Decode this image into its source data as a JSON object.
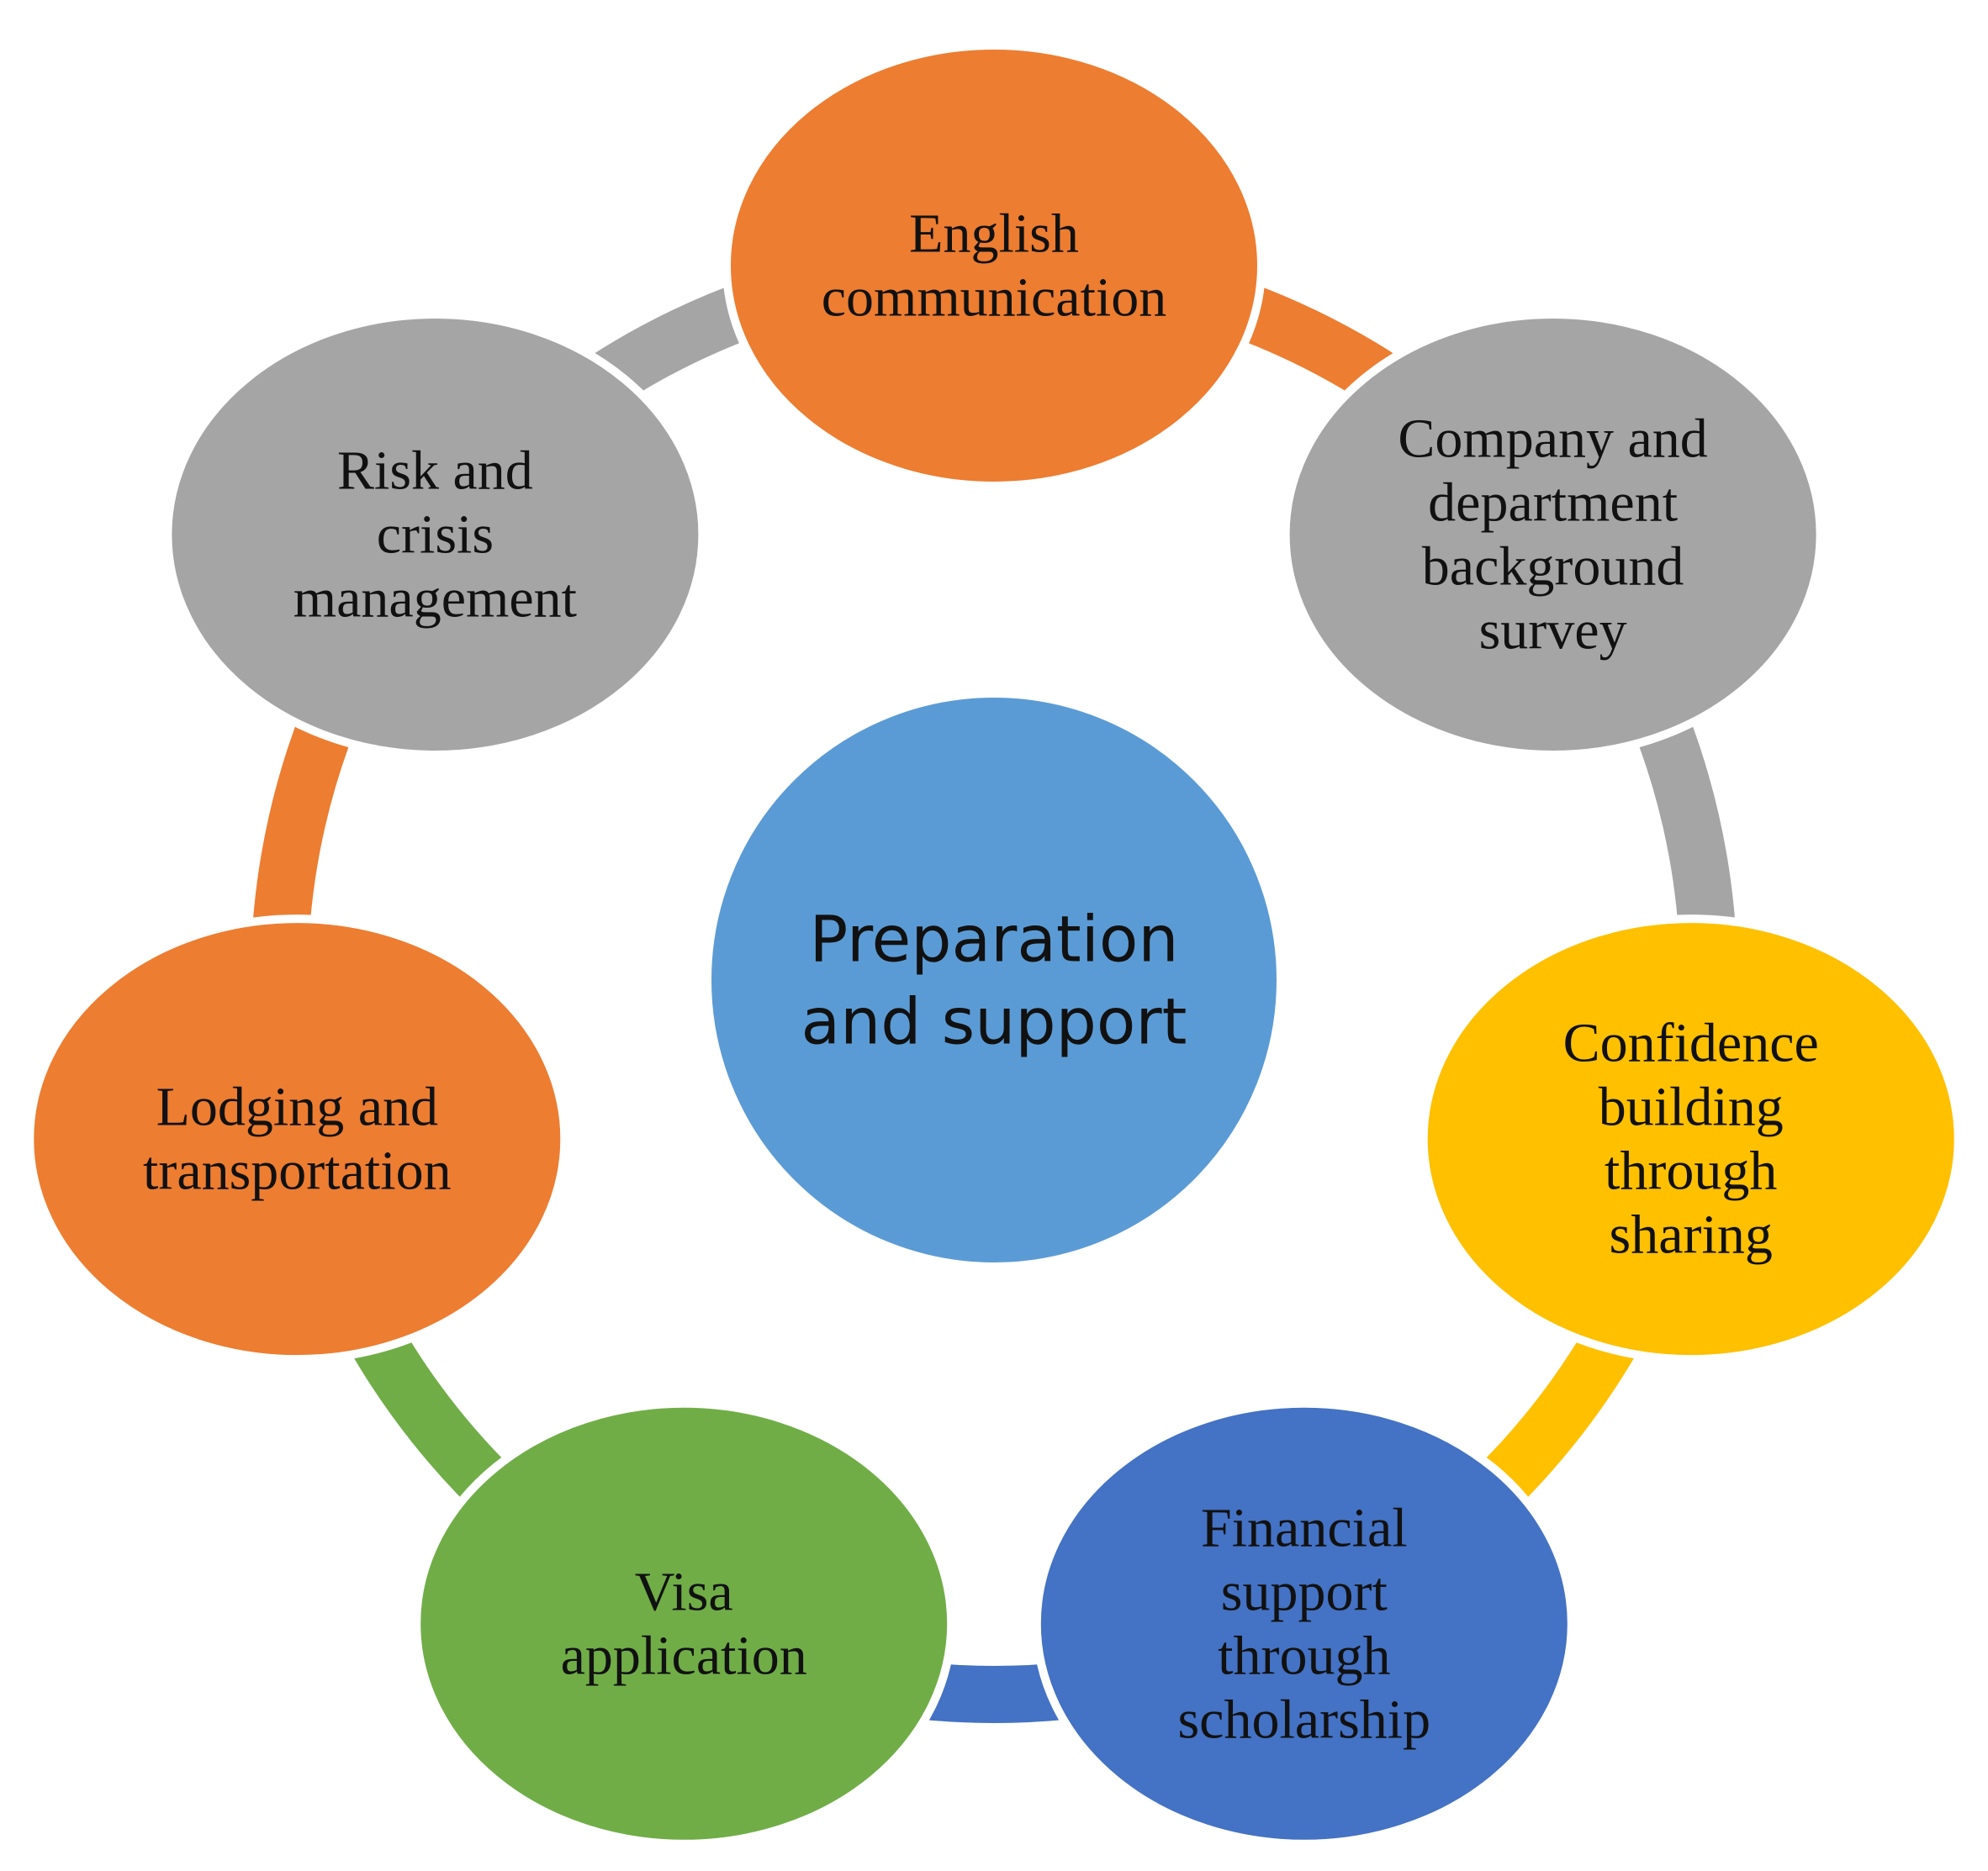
{
  "diagram": {
    "center": {
      "label_lines": [
        "Preparation",
        "and support"
      ],
      "color": "#5B9BD5"
    },
    "nodes": [
      {
        "id": "english-communication",
        "label_lines": [
          "English",
          "communication"
        ],
        "color": "#ED7D31"
      },
      {
        "id": "company-department-background-survey",
        "label_lines": [
          "Company and",
          "department",
          "background",
          "survey"
        ],
        "color": "#A5A5A5"
      },
      {
        "id": "confidence-building-through-sharing",
        "label_lines": [
          "Confidence",
          "building",
          "through",
          "sharing"
        ],
        "color": "#FFC000"
      },
      {
        "id": "financial-support-through-scholarship",
        "label_lines": [
          "Financial",
          "support",
          "through",
          "scholarship"
        ],
        "color": "#4472C4"
      },
      {
        "id": "visa-application",
        "label_lines": [
          "Visa",
          "application"
        ],
        "color": "#70AD47"
      },
      {
        "id": "lodging-and-transportation",
        "label_lines": [
          "Lodging and",
          "transportation"
        ],
        "color": "#ED7D31"
      },
      {
        "id": "risk-and-crisis-management",
        "label_lines": [
          "Risk and",
          "crisis",
          "management"
        ],
        "color": "#A5A5A5"
      }
    ]
  }
}
